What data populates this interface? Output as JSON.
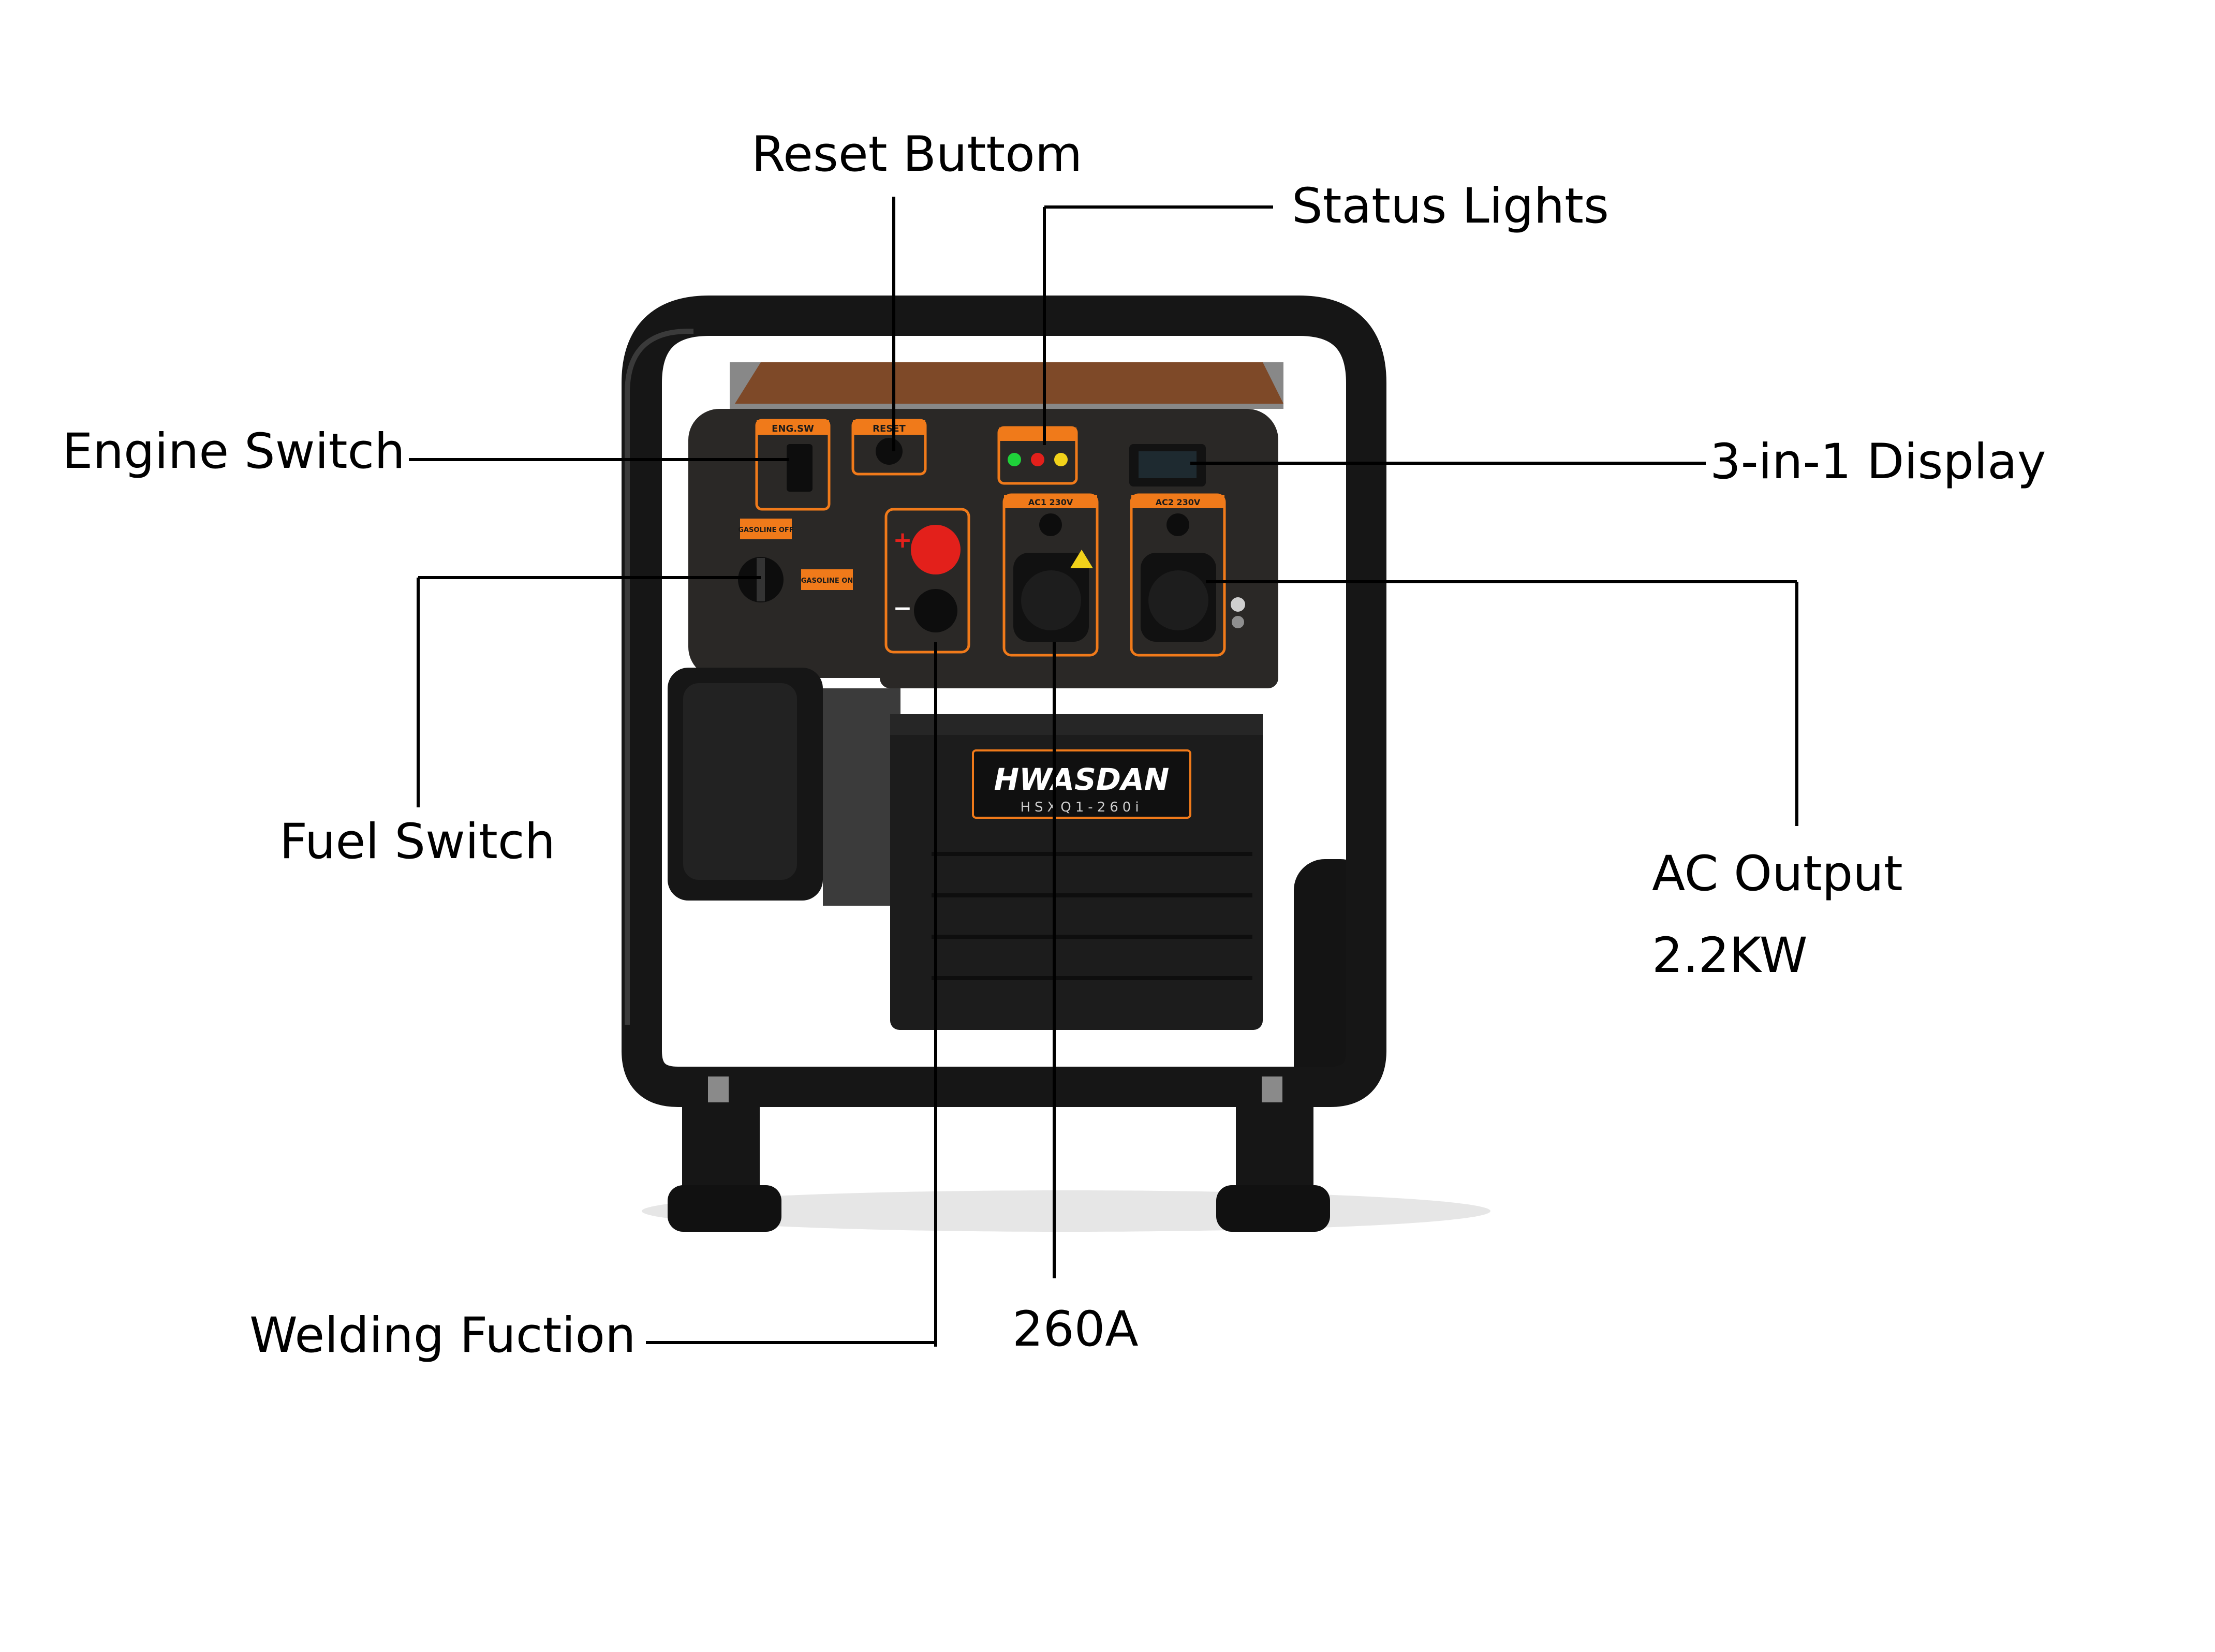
{
  "callouts": {
    "reset_button": "Reset Buttom",
    "status_lights": "Status Lights",
    "engine_switch": "Engine Switch",
    "display": "3-in-1 Display",
    "fuel_switch": "Fuel Switch",
    "ac_output": "AC Output",
    "ac_output_power": "2.2KW",
    "welding_function": "Welding Fuction",
    "welding_current": "260A"
  },
  "panel_labels": {
    "engine_switch": "ENG.SW",
    "reset": "RESET",
    "gasoline_off": "GASOLINE OFF",
    "gasoline_on": "GASOLINE ON",
    "ac1": "AC1 230V",
    "ac2": "AC2 230V",
    "plus": "+",
    "minus": "−"
  },
  "brand": {
    "name": "HWASDAN",
    "model": "HSXQ1-260i"
  },
  "colors": {
    "frame": "#1a1a1a",
    "panel": "#2a2826",
    "accent": "#f07a1a",
    "light_green": "#1fd13a",
    "light_red": "#e3201b",
    "light_yellow": "#f2d21a"
  }
}
